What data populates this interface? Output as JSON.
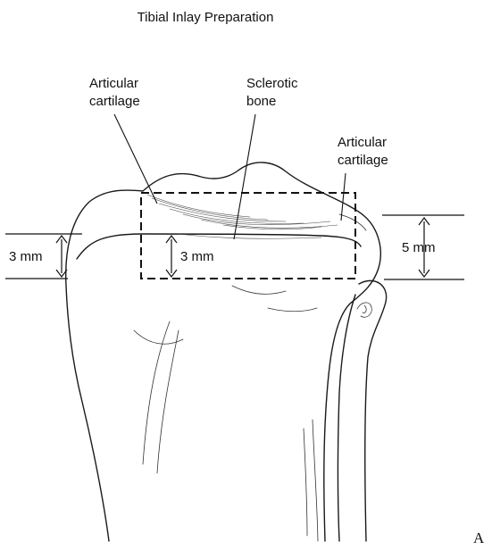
{
  "title": "Tibial Inlay Preparation",
  "labels": {
    "articular_cartilage_left_line1": "Articular",
    "articular_cartilage_left_line2": "cartilage",
    "sclerotic_bone_line1": "Sclerotic",
    "sclerotic_bone_line2": "bone",
    "articular_cartilage_right_line1": "Articular",
    "articular_cartilage_right_line2": "cartilage"
  },
  "dimensions": {
    "left_depth": "3 mm",
    "center_depth": "3 mm",
    "right_depth": "5 mm"
  },
  "figure_letter": "A",
  "colors": {
    "ink": "#111111",
    "background": "#ffffff"
  }
}
